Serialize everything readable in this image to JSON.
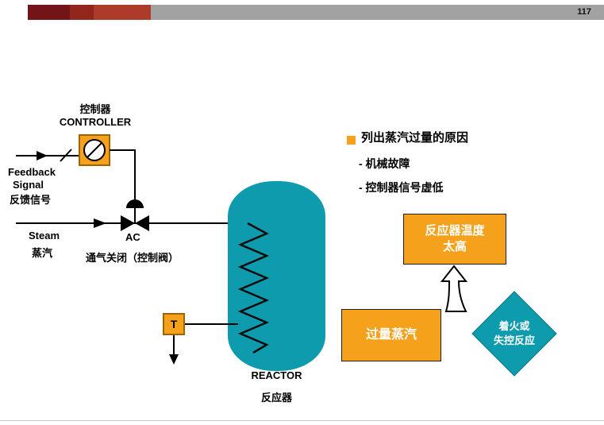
{
  "colors": {
    "orange": "#F6A11C",
    "orange-border": "#9C6500",
    "teal": "#0E9BAD",
    "bar-red1": "#731518",
    "bar-red2": "#93261C",
    "bar-red3": "#AC3B2A",
    "bar-gray": "#A3A2A0"
  },
  "header": {
    "page_number": "117"
  },
  "diagram": {
    "controller": {
      "label_cn": "控制器",
      "label_en": "CONTROLLER"
    },
    "feedback": {
      "line1": "Feedback",
      "line2": "Signal",
      "label_cn": "反馈信号"
    },
    "steam": {
      "label_en": "Steam",
      "label_cn": "蒸汽"
    },
    "valve": {
      "tag": "AC",
      "caption": "通气关闭（控制阀）"
    },
    "sensor": {
      "label": "T"
    },
    "reactor": {
      "label_en": "REACTOR",
      "label_cn": "反应器"
    }
  },
  "notes": {
    "title": "列出蒸汽过量的原因",
    "items": [
      "- 机械故障",
      "- 控制器信号虚低"
    ]
  },
  "flow": {
    "temp_box": {
      "line1": "反应器温度",
      "line2": "太高"
    },
    "steam_box": {
      "label": "过量蒸汽"
    },
    "diamond": {
      "line1": "着火或",
      "line2": "失控反应"
    }
  }
}
